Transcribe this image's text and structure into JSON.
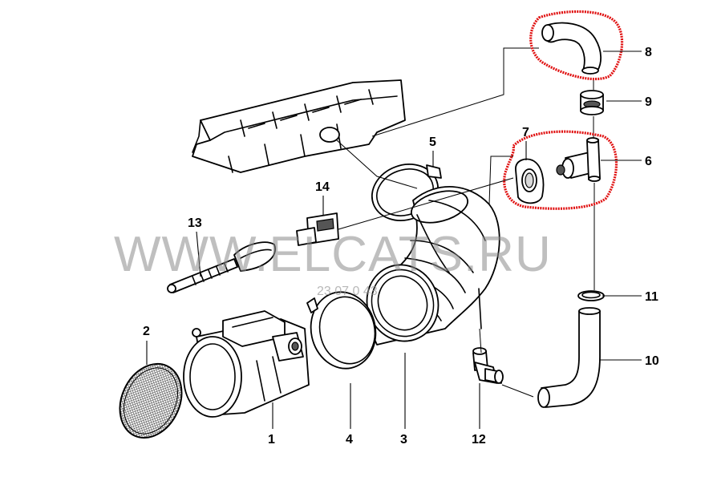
{
  "watermark": {
    "text": "WWW.ELCATS.RU",
    "code": "23 07 0 43"
  },
  "highlight_color": "#e01010",
  "callouts": [
    {
      "id": "1",
      "label": "1"
    },
    {
      "id": "2",
      "label": "2"
    },
    {
      "id": "3",
      "label": "3"
    },
    {
      "id": "4",
      "label": "4"
    },
    {
      "id": "5",
      "label": "5"
    },
    {
      "id": "6",
      "label": "6"
    },
    {
      "id": "7",
      "label": "7"
    },
    {
      "id": "8",
      "label": "8"
    },
    {
      "id": "9",
      "label": "9"
    },
    {
      "id": "10",
      "label": "10"
    },
    {
      "id": "11",
      "label": "11"
    },
    {
      "id": "12",
      "label": "12"
    },
    {
      "id": "13",
      "label": "13"
    },
    {
      "id": "14",
      "label": "14"
    }
  ]
}
